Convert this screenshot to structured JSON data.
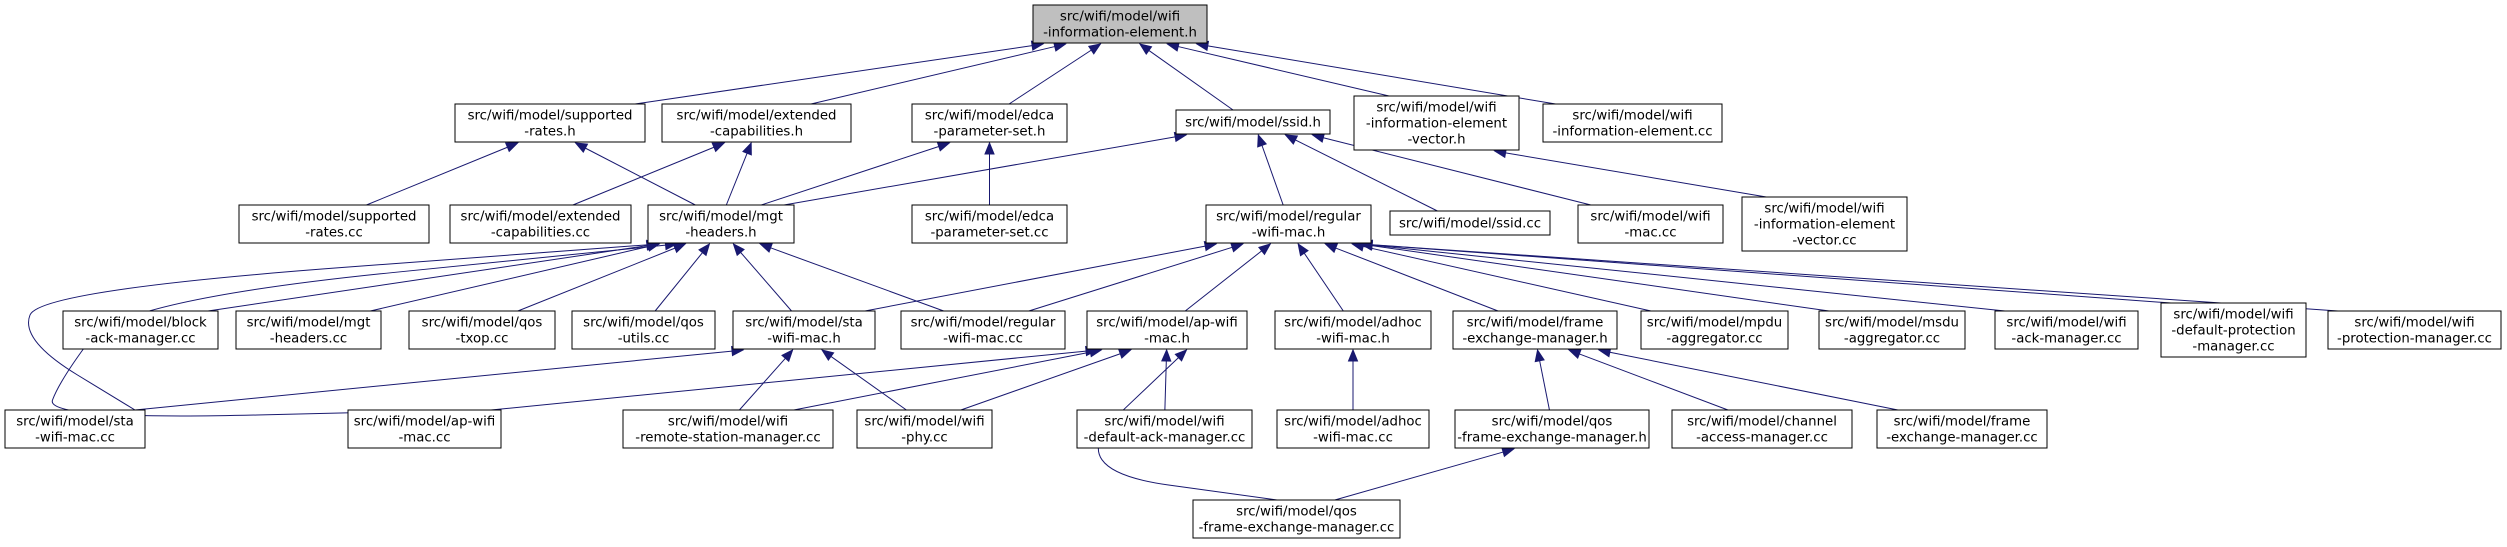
{
  "graph": {
    "edge_color": "#191970",
    "root_fill": "#bfbfbf",
    "nodes": [
      {
        "id": "root",
        "lines": [
          "src/wifi/model/wifi",
          "-information-element.h"
        ],
        "root": true
      },
      {
        "id": "supp_h",
        "lines": [
          "src/wifi/model/supported",
          "-rates.h"
        ]
      },
      {
        "id": "ext_h",
        "lines": [
          "src/wifi/model/extended",
          "-capabilities.h"
        ]
      },
      {
        "id": "edca_h",
        "lines": [
          "src/wifi/model/edca",
          "-parameter-set.h"
        ]
      },
      {
        "id": "ssid_h",
        "lines": [
          "src/wifi/model/ssid.h"
        ]
      },
      {
        "id": "iev_h",
        "lines": [
          "src/wifi/model/wifi",
          "-information-element",
          "-vector.h"
        ]
      },
      {
        "id": "ie_cc",
        "lines": [
          "src/wifi/model/wifi",
          "-information-element.cc"
        ]
      },
      {
        "id": "supp_cc",
        "lines": [
          "src/wifi/model/supported",
          "-rates.cc"
        ]
      },
      {
        "id": "mgt_h",
        "lines": [
          "src/wifi/model/mgt",
          "-headers.h"
        ]
      },
      {
        "id": "ext_cc",
        "lines": [
          "src/wifi/model/extended",
          "-capabilities.cc"
        ]
      },
      {
        "id": "edca_cc",
        "lines": [
          "src/wifi/model/edca",
          "-parameter-set.cc"
        ]
      },
      {
        "id": "reg_h",
        "lines": [
          "src/wifi/model/regular",
          "-wifi-mac.h"
        ]
      },
      {
        "id": "ssid_cc",
        "lines": [
          "src/wifi/model/ssid.cc"
        ]
      },
      {
        "id": "wmac_cc",
        "lines": [
          "src/wifi/model/wifi",
          "-mac.cc"
        ]
      },
      {
        "id": "iev_cc",
        "lines": [
          "src/wifi/model/wifi",
          "-information-element",
          "-vector.cc"
        ]
      },
      {
        "id": "block_cc",
        "lines": [
          "src/wifi/model/block",
          "-ack-manager.cc"
        ]
      },
      {
        "id": "mgt_cc",
        "lines": [
          "src/wifi/model/mgt",
          "-headers.cc"
        ]
      },
      {
        "id": "qtxop_cc",
        "lines": [
          "src/wifi/model/qos",
          "-txop.cc"
        ]
      },
      {
        "id": "qutils_cc",
        "lines": [
          "src/wifi/model/qos",
          "-utils.cc"
        ]
      },
      {
        "id": "sta_h",
        "lines": [
          "src/wifi/model/sta",
          "-wifi-mac.h"
        ]
      },
      {
        "id": "reg_cc",
        "lines": [
          "src/wifi/model/regular",
          "-wifi-mac.cc"
        ]
      },
      {
        "id": "ap_h",
        "lines": [
          "src/wifi/model/ap-wifi",
          "-mac.h"
        ]
      },
      {
        "id": "adhoc_h",
        "lines": [
          "src/wifi/model/adhoc",
          "-wifi-mac.h"
        ]
      },
      {
        "id": "fem_h",
        "lines": [
          "src/wifi/model/frame",
          "-exchange-manager.h"
        ]
      },
      {
        "id": "mpdu_cc",
        "lines": [
          "src/wifi/model/mpdu",
          "-aggregator.cc"
        ]
      },
      {
        "id": "msdu_cc",
        "lines": [
          "src/wifi/model/msdu",
          "-aggregator.cc"
        ]
      },
      {
        "id": "ackm_cc",
        "lines": [
          "src/wifi/model/wifi",
          "-ack-manager.cc"
        ]
      },
      {
        "id": "dpm_cc",
        "lines": [
          "src/wifi/model/wifi",
          "-default-protection",
          "-manager.cc"
        ]
      },
      {
        "id": "prot_cc",
        "lines": [
          "src/wifi/model/wifi",
          "-protection-manager.cc"
        ]
      },
      {
        "id": "sta_cc",
        "lines": [
          "src/wifi/model/sta",
          "-wifi-mac.cc"
        ]
      },
      {
        "id": "ap_cc",
        "lines": [
          "src/wifi/model/ap-wifi",
          "-mac.cc"
        ]
      },
      {
        "id": "rsm_cc",
        "lines": [
          "src/wifi/model/wifi",
          "-remote-station-manager.cc"
        ]
      },
      {
        "id": "phy_cc",
        "lines": [
          "src/wifi/model/wifi",
          "-phy.cc"
        ]
      },
      {
        "id": "dam_cc",
        "lines": [
          "src/wifi/model/wifi",
          "-default-ack-manager.cc"
        ]
      },
      {
        "id": "adhoc_cc",
        "lines": [
          "src/wifi/model/adhoc",
          "-wifi-mac.cc"
        ]
      },
      {
        "id": "qfem_h",
        "lines": [
          "src/wifi/model/qos",
          "-frame-exchange-manager.h"
        ]
      },
      {
        "id": "cam_cc",
        "lines": [
          "src/wifi/model/channel",
          "-access-manager.cc"
        ]
      },
      {
        "id": "fem_cc",
        "lines": [
          "src/wifi/model/frame",
          "-exchange-manager.cc"
        ]
      },
      {
        "id": "qfem_cc",
        "lines": [
          "src/wifi/model/qos",
          "-frame-exchange-manager.cc"
        ]
      }
    ],
    "edges": [
      [
        "supp_h",
        "root"
      ],
      [
        "ext_h",
        "root"
      ],
      [
        "edca_h",
        "root"
      ],
      [
        "ssid_h",
        "root"
      ],
      [
        "iev_h",
        "root"
      ],
      [
        "ie_cc",
        "root"
      ],
      [
        "supp_cc",
        "supp_h"
      ],
      [
        "mgt_h",
        "supp_h"
      ],
      [
        "mgt_h",
        "ext_h"
      ],
      [
        "ext_cc",
        "ext_h"
      ],
      [
        "mgt_h",
        "edca_h"
      ],
      [
        "edca_cc",
        "edca_h"
      ],
      [
        "mgt_h",
        "ssid_h"
      ],
      [
        "reg_h",
        "ssid_h"
      ],
      [
        "ssid_cc",
        "ssid_h"
      ],
      [
        "wmac_cc",
        "ssid_h"
      ],
      [
        "iev_cc",
        "iev_h"
      ],
      [
        "block_cc",
        "mgt_h"
      ],
      [
        "mgt_cc",
        "mgt_h"
      ],
      [
        "qtxop_cc",
        "mgt_h"
      ],
      [
        "qutils_cc",
        "mgt_h"
      ],
      [
        "sta_h",
        "mgt_h"
      ],
      [
        "reg_cc",
        "mgt_h"
      ],
      [
        "sta_cc",
        "mgt_h"
      ],
      [
        "ap_cc",
        "mgt_h"
      ],
      [
        "sta_h",
        "reg_h"
      ],
      [
        "reg_cc",
        "reg_h"
      ],
      [
        "ap_h",
        "reg_h"
      ],
      [
        "adhoc_h",
        "reg_h"
      ],
      [
        "fem_h",
        "reg_h"
      ],
      [
        "mpdu_cc",
        "reg_h"
      ],
      [
        "msdu_cc",
        "reg_h"
      ],
      [
        "ackm_cc",
        "reg_h"
      ],
      [
        "dpm_cc",
        "reg_h"
      ],
      [
        "prot_cc",
        "reg_h"
      ],
      [
        "sta_cc",
        "sta_h"
      ],
      [
        "rsm_cc",
        "sta_h"
      ],
      [
        "phy_cc",
        "sta_h"
      ],
      [
        "ap_cc",
        "ap_h"
      ],
      [
        "rsm_cc",
        "ap_h"
      ],
      [
        "phy_cc",
        "ap_h"
      ],
      [
        "dam_cc",
        "ap_h"
      ],
      [
        "qfem_cc",
        "ap_h"
      ],
      [
        "adhoc_cc",
        "adhoc_h"
      ],
      [
        "qfem_h",
        "fem_h"
      ],
      [
        "cam_cc",
        "fem_h"
      ],
      [
        "fem_cc",
        "fem_h"
      ],
      [
        "qfem_cc",
        "qfem_h"
      ]
    ]
  }
}
